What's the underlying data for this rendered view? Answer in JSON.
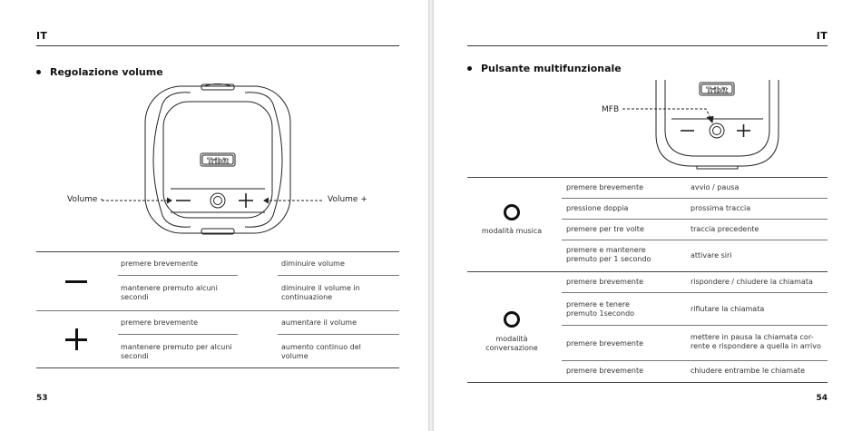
{
  "left_page": {
    "lang": "IT",
    "section_title": "Regolazione volume",
    "speaker": {
      "brand": "Tribit",
      "volume_minus_label": "Volume -",
      "volume_plus_label": "Volume +"
    },
    "table": {
      "groups": [
        {
          "symbol": "minus",
          "rows": [
            {
              "action": "premere brevemente",
              "result": "diminuire volume"
            },
            {
              "action": "mantenere premuto alcuni secondi",
              "result": "diminuire il volume in continuazione"
            }
          ]
        },
        {
          "symbol": "plus",
          "rows": [
            {
              "action": "premere brevemente",
              "result": "aumentare il volume"
            },
            {
              "action": "mantenere premuto per alcuni secondi",
              "result": "aumento continuo del volume"
            }
          ]
        }
      ]
    },
    "page_number": "53"
  },
  "right_page": {
    "lang": "IT",
    "section_title": "Pulsante multifunzionale",
    "speaker": {
      "brand": "Tribit",
      "mfb_label": "MFB"
    },
    "table": {
      "groups": [
        {
          "mode": "modalità musica",
          "rows": [
            {
              "action": "premere brevemente",
              "result": "avvio / pausa"
            },
            {
              "action": "pressione doppia",
              "result": "prossima traccia"
            },
            {
              "action": "premere per tre volte",
              "result": "traccia precedente"
            },
            {
              "action": "premere e mantenere premuto per 1 secondo",
              "result": "attivare siri"
            }
          ]
        },
        {
          "mode": "modalità conversazione",
          "rows": [
            {
              "action": "premere brevemente",
              "result": "rispondere / chiudere la chiamata"
            },
            {
              "action": "premere e tenere premuto 1secondo",
              "result": "rifiutare la chiamata"
            },
            {
              "action": "premere brevemente",
              "result": "mettere in pausa la chiamata cor-rente e rispondere a quella in arrivo"
            },
            {
              "action": "premere brevemente",
              "result": "chiudere entrambe le chiamate"
            }
          ]
        }
      ]
    },
    "page_number": "54"
  }
}
